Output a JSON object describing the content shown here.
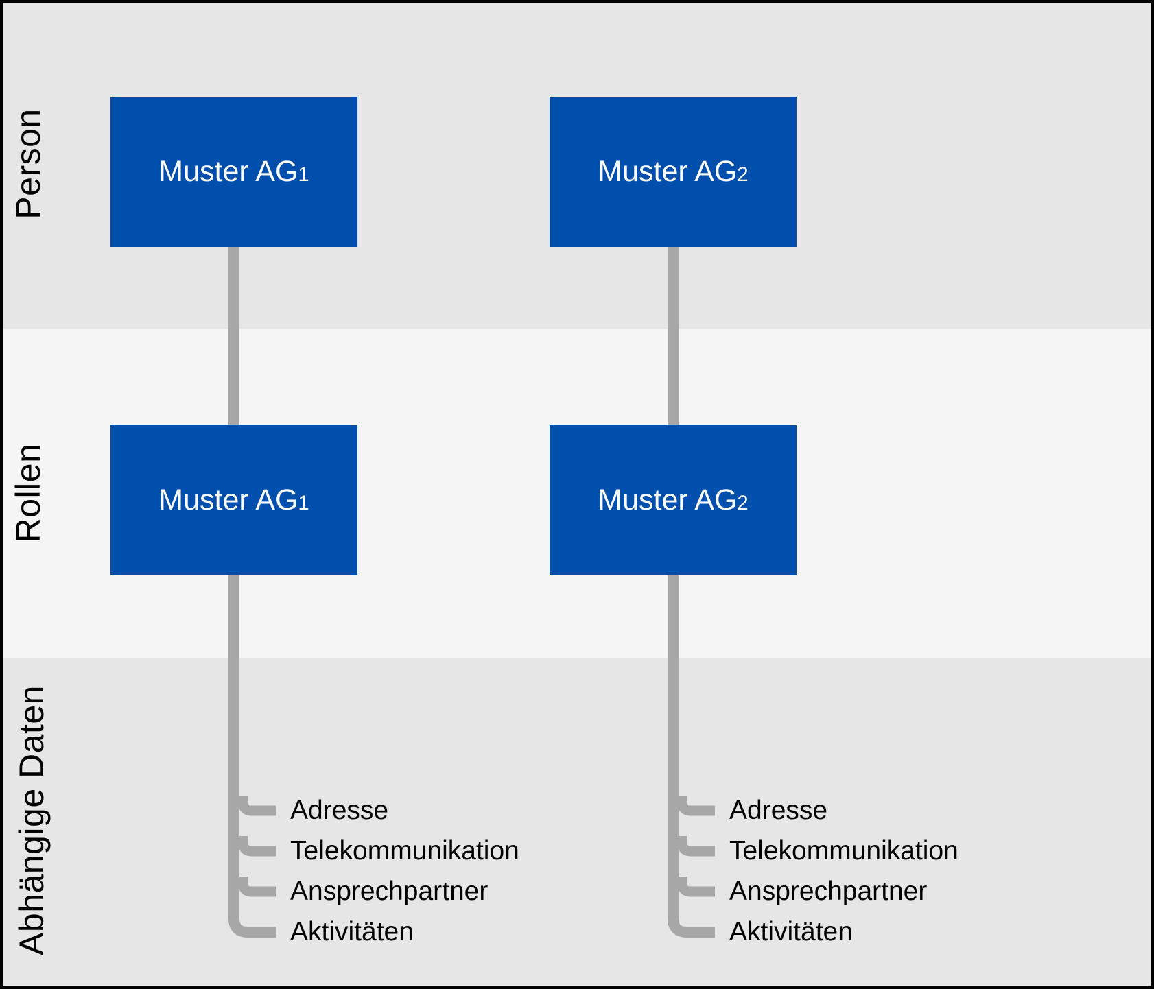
{
  "colors": {
    "band_dark": "#e6e6e6",
    "band_light": "#f5f5f5",
    "box_blue": "#004fad",
    "box_text": "#ffffff",
    "connector": "#a7a7a7",
    "text": "#000000",
    "border": "#000000"
  },
  "bands": [
    {
      "label": "Person"
    },
    {
      "label": "Rollen"
    },
    {
      "label": "Abhängige Daten"
    }
  ],
  "columns": [
    {
      "person_box": {
        "name": "Muster AG",
        "subscript": "1"
      },
      "role_box": {
        "name": "Muster AG",
        "subscript": "1"
      },
      "dependent_items": [
        "Adresse",
        "Telekommunikation",
        "Ansprechpartner",
        "Aktivitäten"
      ]
    },
    {
      "person_box": {
        "name": "Muster AG",
        "subscript": "2"
      },
      "role_box": {
        "name": "Muster AG",
        "subscript": "2"
      },
      "dependent_items": [
        "Adresse",
        "Telekommunikation",
        "Ansprechpartner",
        "Aktivitäten"
      ]
    }
  ]
}
